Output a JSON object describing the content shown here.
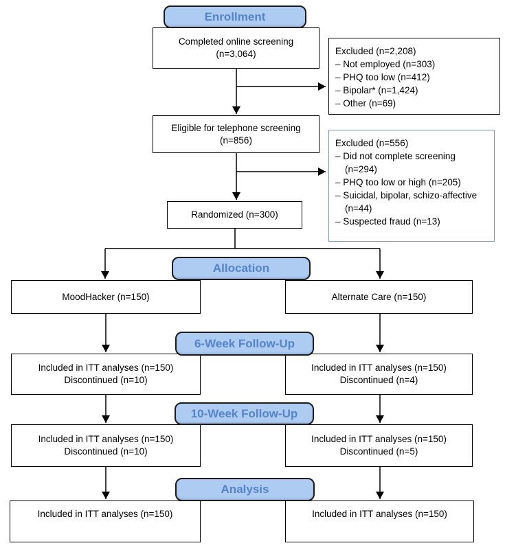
{
  "colors": {
    "header_fill": "#aecbf2",
    "header_text": "#5585c8",
    "header_border": "#1b1b1b",
    "secondary_border": "#7b97b8"
  },
  "stage_headers": {
    "enrollment": "Enrollment",
    "allocation": "Allocation",
    "week6": "6-Week Follow-Up",
    "week10": "10-Week Follow-Up",
    "analysis": "Analysis"
  },
  "enrollment": {
    "screening_box": {
      "line1": "Completed online screening",
      "line2": "(n=3,064)"
    },
    "excluded_screening_box": {
      "title": "Excluded (n=2,208)",
      "items": [
        "– Not employed (n=303)",
        "– PHQ too low (n=412)",
        "– Bipolar* (n=1,424)",
        "– Other (n=69)"
      ]
    },
    "eligible_box": {
      "line1": "Eligible for telephone screening",
      "line2": "(n=856)"
    },
    "excluded_telephone_box": {
      "title": "Excluded (n=556)",
      "items": [
        "– Did not complete screening (n=294)",
        "– PHQ too low or high (n=205)",
        "– Suicidal, bipolar, schizo-affective (n=44)",
        "– Suspected fraud (n=13)"
      ]
    },
    "randomized_box": {
      "line1": "Randomized (n=300)"
    }
  },
  "allocation": {
    "left": {
      "line1": "MoodHacker (n=150)"
    },
    "right": {
      "line1": "Alternate Care (n=150)"
    }
  },
  "week6": {
    "left": {
      "line1": "Included in ITT analyses (n=150)",
      "line2": "Discontinued (n=10)"
    },
    "right": {
      "line1": "Included in ITT analyses (n=150)",
      "line2": "Discontinued (n=4)"
    }
  },
  "week10": {
    "left": {
      "line1": "Included in ITT analyses (n=150)",
      "line2": "Discontinued (n=10)"
    },
    "right": {
      "line1": "Included in ITT analyses (n=150)",
      "line2": "Discontinued (n=5)"
    }
  },
  "analysis": {
    "left": {
      "line1": "Included in ITT analyses (n=150)"
    },
    "right": {
      "line1": "Included in ITT analyses (n=150)"
    }
  }
}
